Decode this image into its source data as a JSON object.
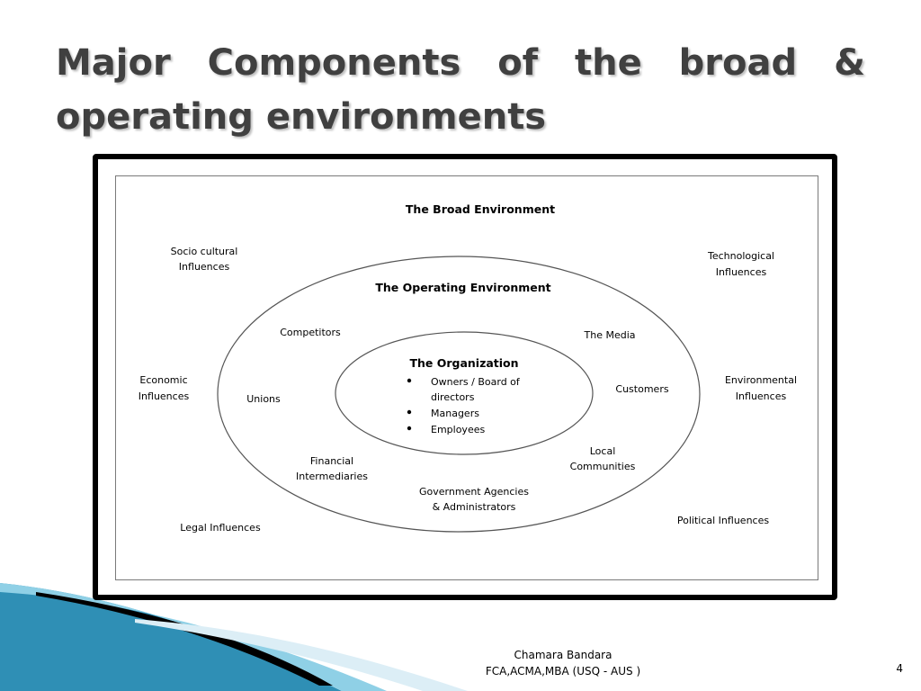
{
  "slide": {
    "title_line1": [
      "Major",
      "Components",
      "of",
      "the",
      "broad",
      "&"
    ],
    "title_line2": "operating environments",
    "page_number": "4"
  },
  "footer": {
    "author_line1": "Chamara Bandara",
    "author_line2": "FCA,ACMA,MBA (USQ - AUS )"
  },
  "diagram": {
    "broad_environment": "The Broad Environment",
    "operating_environment": "The Operating Environment",
    "organization": {
      "title": "The Organization",
      "items": [
        "Owners / Board of",
        "directors",
        "Managers",
        "Employees"
      ]
    },
    "broad_influences": {
      "socio_cultural_1": "Socio cultural",
      "socio_cultural_2": "Influences",
      "technological_1": "Technological",
      "technological_2": "Influences",
      "economic_1": "Economic",
      "economic_2": "Influences",
      "environmental_1": "Environmental",
      "environmental_2": "Influences",
      "legal": "Legal Influences",
      "political": "Political Influences"
    },
    "operating_factors": {
      "competitors": "Competitors",
      "media": "The Media",
      "unions": "Unions",
      "customers": "Customers",
      "financial_1": "Financial",
      "financial_2": "Intermediaries",
      "local_1": "Local",
      "local_2": "Communities",
      "government_1": "Government Agencies",
      "government_2": "& Administrators"
    }
  }
}
